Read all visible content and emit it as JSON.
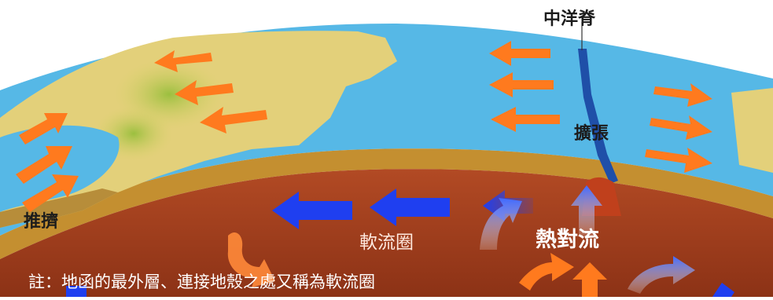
{
  "labels": {
    "mid_ocean_ridge": "中洋脊",
    "spreading": "擴張",
    "pushing": "推擠",
    "asthenosphere": "軟流圈",
    "convection": "熱對流",
    "note": "註：地函的最外層、連接地殼之處又稱為軟流圈"
  },
  "colors": {
    "ocean": "#56b8e6",
    "land": "#e6d27a",
    "crust_rim": "#b8862a",
    "mantle": "#a6411f",
    "arrow_orange": "#ff7a1e",
    "arrow_blue": "#1f3ff0"
  },
  "icons": {
    "flow_arrow": "arrow-shape"
  }
}
